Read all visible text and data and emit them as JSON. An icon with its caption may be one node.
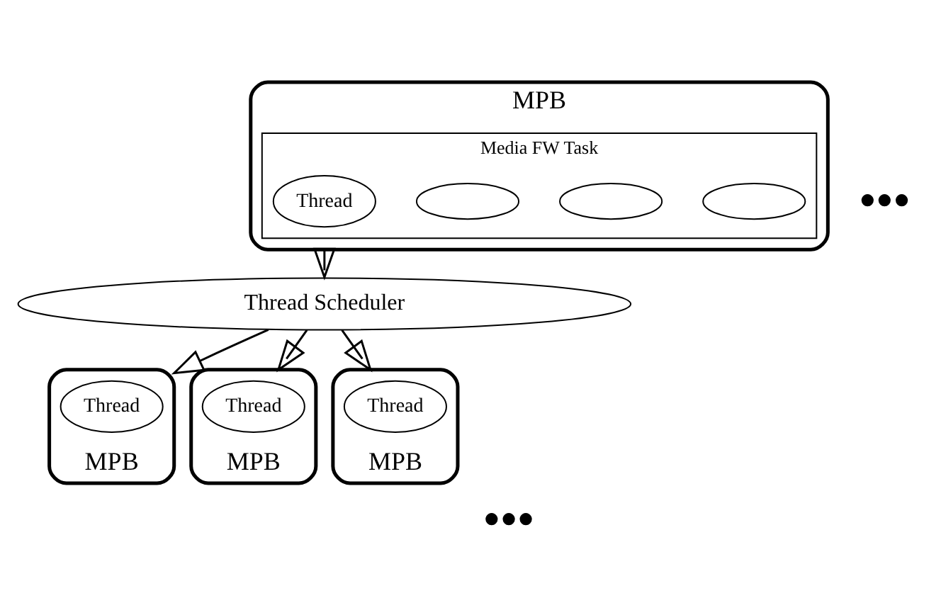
{
  "diagram": {
    "nodes": [
      {
        "text": [
          "MPB"
        ]
      },
      {
        "text": [
          "Media FW Task"
        ],
        "in": 0
      },
      {
        "text": [],
        "shape": "ellipse",
        "in": 1
      },
      {
        "text": [],
        "shape": "ellipse",
        "in": 1
      },
      {
        "text": [],
        "shape": "ellipse",
        "in": 1
      },
      {
        "text": [
          "Thread"
        ],
        "in": 1
      },
      {
        "text": [
          "Thread Scheduler"
        ]
      },
      {
        "text": [
          "MPB"
        ]
      },
      {
        "text": [
          "Thread"
        ],
        "in": 7
      },
      {
        "text": [
          "MPB"
        ]
      },
      {
        "text": [
          "Thread"
        ],
        "in": 9
      },
      {
        "text": [
          "MPB"
        ]
      },
      {
        "text": [
          "Thread"
        ],
        "in": 11
      }
    ],
    "edges": [
      {
        "from": 0,
        "to": 6,
        "arrow": "to"
      },
      {
        "from": 6,
        "to": 7,
        "arrow": "to"
      },
      {
        "from": 6,
        "to": 9,
        "arrow": "to"
      },
      {
        "from": 6,
        "to": 11,
        "arrow": "to"
      }
    ],
    "labels": [
      "●●●",
      "●●●"
    ]
  }
}
